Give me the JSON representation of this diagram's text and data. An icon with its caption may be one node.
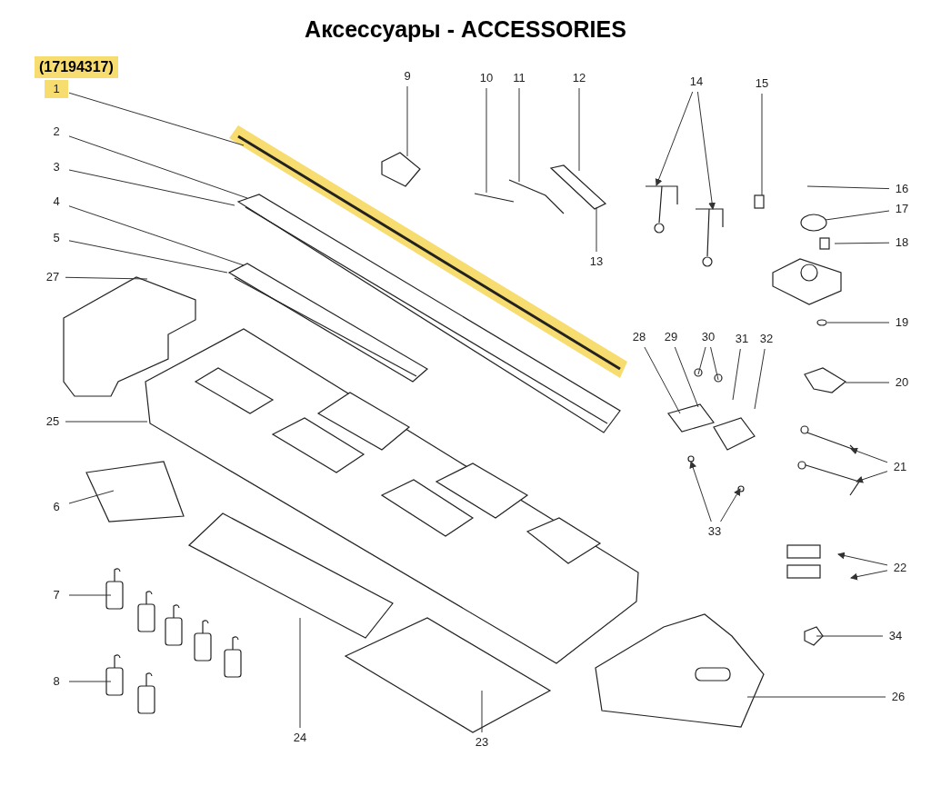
{
  "diagram": {
    "title": "Аксессуары - ACCESSORIES",
    "nodes": [
      {
        "text": [
          "1"
        ]
      },
      {
        "text": [
          "2"
        ]
      },
      {
        "text": [
          "3"
        ]
      },
      {
        "text": [
          "4"
        ]
      },
      {
        "text": [
          "5"
        ]
      },
      {
        "text": [
          "6"
        ]
      },
      {
        "text": [
          "7"
        ]
      },
      {
        "text": [
          "8"
        ]
      },
      {
        "text": [
          "9"
        ]
      },
      {
        "text": [
          "10"
        ]
      },
      {
        "text": [
          "11"
        ]
      },
      {
        "text": [
          "12"
        ]
      },
      {
        "text": [
          "13"
        ]
      },
      {
        "text": [
          "14"
        ]
      },
      {
        "text": [
          "15"
        ]
      },
      {
        "text": [
          "16"
        ]
      },
      {
        "text": [
          "17"
        ]
      },
      {
        "text": [
          "18"
        ]
      },
      {
        "text": [
          "19"
        ]
      },
      {
        "text": [
          "20"
        ]
      },
      {
        "text": [
          "21"
        ]
      },
      {
        "text": [
          "22"
        ]
      },
      {
        "text": [
          "23"
        ]
      },
      {
        "text": [
          "24"
        ]
      },
      {
        "text": [
          "25"
        ]
      },
      {
        "text": [
          "26"
        ]
      },
      {
        "text": [
          "27"
        ]
      },
      {
        "text": [
          "28"
        ]
      },
      {
        "text": [
          "29"
        ]
      },
      {
        "text": [
          "30"
        ]
      },
      {
        "text": [
          "31"
        ]
      },
      {
        "text": [
          "32"
        ]
      },
      {
        "text": [
          "33"
        ]
      },
      {
        "text": [
          "34"
        ]
      }
    ],
    "edges": [
      {
        "from": 0,
        "to": null,
        "arrow": "none"
      },
      {
        "from": 1,
        "to": null,
        "arrow": "none"
      },
      {
        "from": 2,
        "to": null,
        "arrow": "none"
      },
      {
        "from": 3,
        "to": null,
        "arrow": "none"
      },
      {
        "from": 4,
        "to": null,
        "arrow": "none"
      },
      {
        "from": 5,
        "to": null,
        "arrow": "none"
      },
      {
        "from": 6,
        "to": null,
        "arrow": "none"
      },
      {
        "from": 7,
        "to": null,
        "arrow": "none"
      },
      {
        "from": 8,
        "to": null,
        "arrow": "none"
      },
      {
        "from": 9,
        "to": null,
        "arrow": "none"
      },
      {
        "from": 10,
        "to": null,
        "arrow": "none"
      },
      {
        "from": 11,
        "to": null,
        "arrow": "none"
      },
      {
        "from": 12,
        "to": null,
        "arrow": "none"
      },
      {
        "from": 13,
        "to": null,
        "arrow": "to"
      },
      {
        "from": 13,
        "to": null,
        "arrow": "to"
      },
      {
        "from": 14,
        "to": null,
        "arrow": "none"
      },
      {
        "from": 15,
        "to": null,
        "arrow": "none"
      },
      {
        "from": 16,
        "to": null,
        "arrow": "none"
      },
      {
        "from": 17,
        "to": null,
        "arrow": "none"
      },
      {
        "from": 18,
        "to": null,
        "arrow": "none"
      },
      {
        "from": 19,
        "to": null,
        "arrow": "none"
      },
      {
        "from": 20,
        "to": null,
        "arrow": "to"
      },
      {
        "from": 20,
        "to": null,
        "arrow": "to"
      },
      {
        "from": 21,
        "to": null,
        "arrow": "to"
      },
      {
        "from": 21,
        "to": null,
        "arrow": "to"
      },
      {
        "from": 22,
        "to": null,
        "arrow": "none"
      },
      {
        "from": 23,
        "to": null,
        "arrow": "none"
      },
      {
        "from": 24,
        "to": null,
        "arrow": "none"
      },
      {
        "from": 25,
        "to": null,
        "arrow": "none"
      },
      {
        "from": 26,
        "to": null,
        "arrow": "none"
      },
      {
        "from": 27,
        "to": null,
        "arrow": "none"
      },
      {
        "from": 28,
        "to": null,
        "arrow": "none"
      },
      {
        "from": 29,
        "to": null,
        "arrow": "none"
      },
      {
        "from": 29,
        "to": null,
        "arrow": "none"
      },
      {
        "from": 30,
        "to": null,
        "arrow": "none"
      },
      {
        "from": 31,
        "to": null,
        "arrow": "none"
      },
      {
        "from": 32,
        "to": null,
        "arrow": "to"
      },
      {
        "from": 32,
        "to": null,
        "arrow": "to"
      },
      {
        "from": 33,
        "to": null,
        "arrow": "none"
      }
    ],
    "labels": [
      "(17194317)"
    ]
  }
}
